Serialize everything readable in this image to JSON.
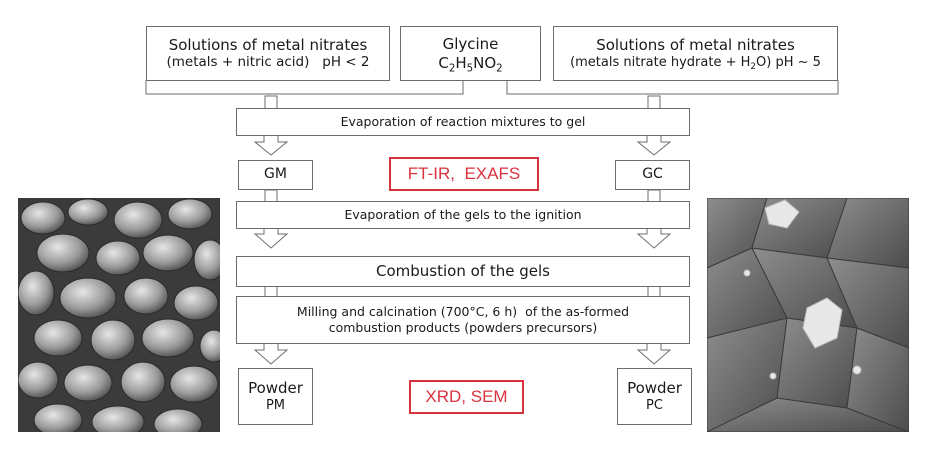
{
  "top_left": {
    "line1": "Solutions of metal nitrates",
    "line2": "(metals + nitric acid)   pH < 2"
  },
  "glycine": {
    "name": "Glycine",
    "f_c": "C",
    "f_2": "2",
    "f_h": "H",
    "f_5": "5",
    "f_no": "NO",
    "f_2b": "2"
  },
  "top_right": {
    "line1": "Solutions of metal nitrates",
    "line2_a": "(metals nitrate hydrate + H",
    "line2_sub": "2",
    "line2_b": "O) pH ~ 5"
  },
  "steps": {
    "evaporation": "Evaporation of reaction mixtures to gel",
    "gm": "GM",
    "gc": "GC",
    "ignition": "Evaporation of the gels to the ignition",
    "combustion": "Combustion of the gels",
    "milling_1": "Milling and calcination (700°C, 6 h)  of the as-formed",
    "milling_2": "combustion products (powders precursors)"
  },
  "outputs": {
    "powder_left": "Powder",
    "pm": "PM",
    "powder_right": "Powder",
    "pc": "PC"
  },
  "methods": {
    "spectroscopy": "FT-IR,  EXAFS",
    "imaging": "XRD, SEM"
  },
  "colors": {
    "box_border": "#6d6d6d",
    "method_label": "#d9333f",
    "sem_background": "#555555"
  }
}
